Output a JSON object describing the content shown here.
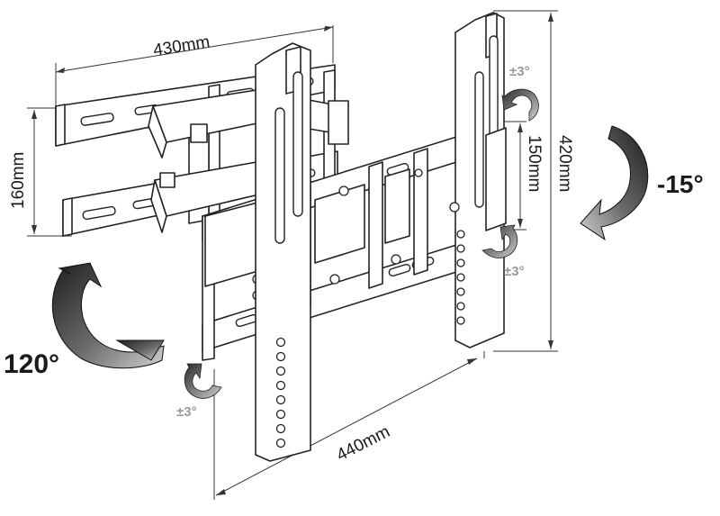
{
  "dimensions": {
    "wall_width": "430mm",
    "wall_height": "160mm",
    "tv_width": "440mm",
    "tv_height": "420mm",
    "tv_inner_height": "150mm"
  },
  "angles": {
    "swivel": "120°",
    "tilt": "-15°",
    "level_top_right": "±3°",
    "level_mid_right": "±3°",
    "level_bottom_left": "±3°"
  },
  "colors": {
    "line": "#222222",
    "arrow_dark": "#1e1e1e",
    "arrow_light": "#bdbdbd",
    "small_label": "#9a9a9a"
  },
  "icons": [
    "swivel-arrow-icon",
    "tilt-arrow-icon",
    "level-rotate-icon"
  ]
}
